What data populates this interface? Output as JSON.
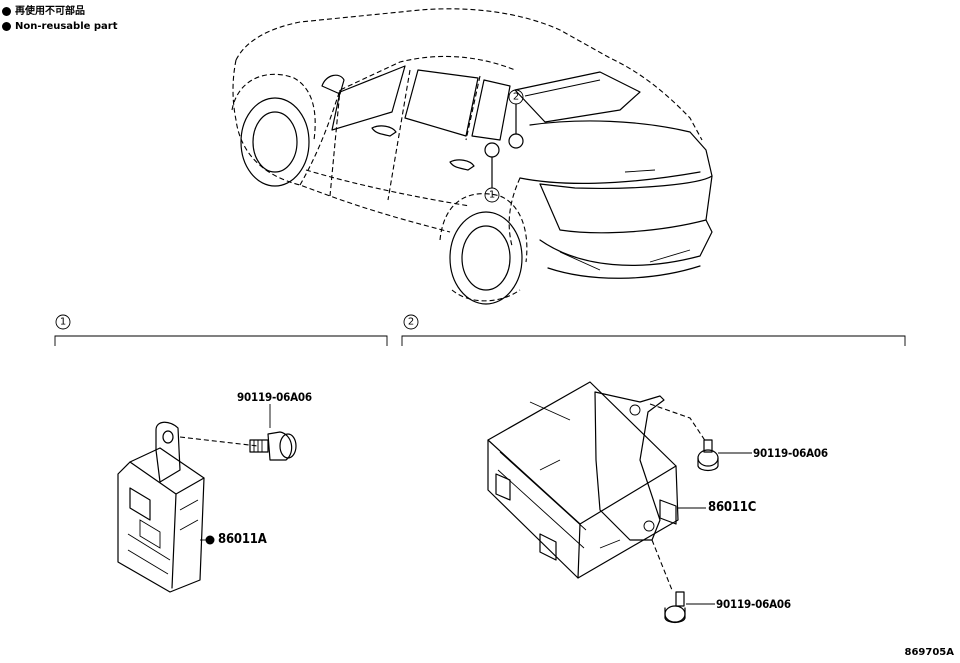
{
  "legend": {
    "line1": "再使用不可部品",
    "line2": "Non-reusable part"
  },
  "callouts": {
    "one": "1",
    "two": "2"
  },
  "section1": {
    "bolt_label": "90119-06A06",
    "part_label": "86011A"
  },
  "section2": {
    "bolt_top_label": "90119-06A06",
    "part_label": "86011C",
    "bolt_bottom_label": "90119-06A06"
  },
  "figure_id": "869705A"
}
